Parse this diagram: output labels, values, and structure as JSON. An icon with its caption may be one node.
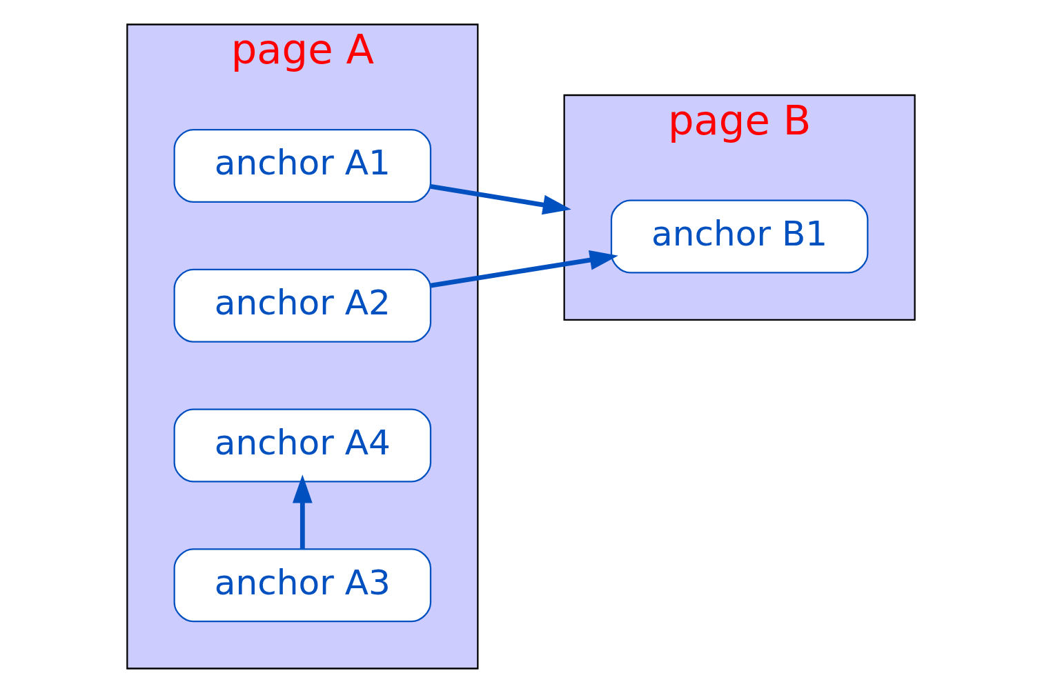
{
  "diagram": {
    "nodes": [
      {
        "text": [
          "page A"
        ]
      },
      {
        "text": [
          "anchor A1"
        ],
        "in": 0
      },
      {
        "text": [
          "anchor A2"
        ],
        "in": 0
      },
      {
        "text": [
          "anchor A3"
        ],
        "in": 0
      },
      {
        "text": [
          "anchor A4"
        ],
        "in": 0
      },
      {
        "text": [
          "page B"
        ]
      },
      {
        "text": [
          "anchor B1"
        ],
        "in": 5
      }
    ],
    "edges": [
      {
        "from": 1,
        "to": 5,
        "arrow": "to"
      },
      {
        "from": 2,
        "to": 6,
        "arrow": "to"
      },
      {
        "from": 3,
        "to": 4,
        "arrow": "to"
      }
    ]
  }
}
